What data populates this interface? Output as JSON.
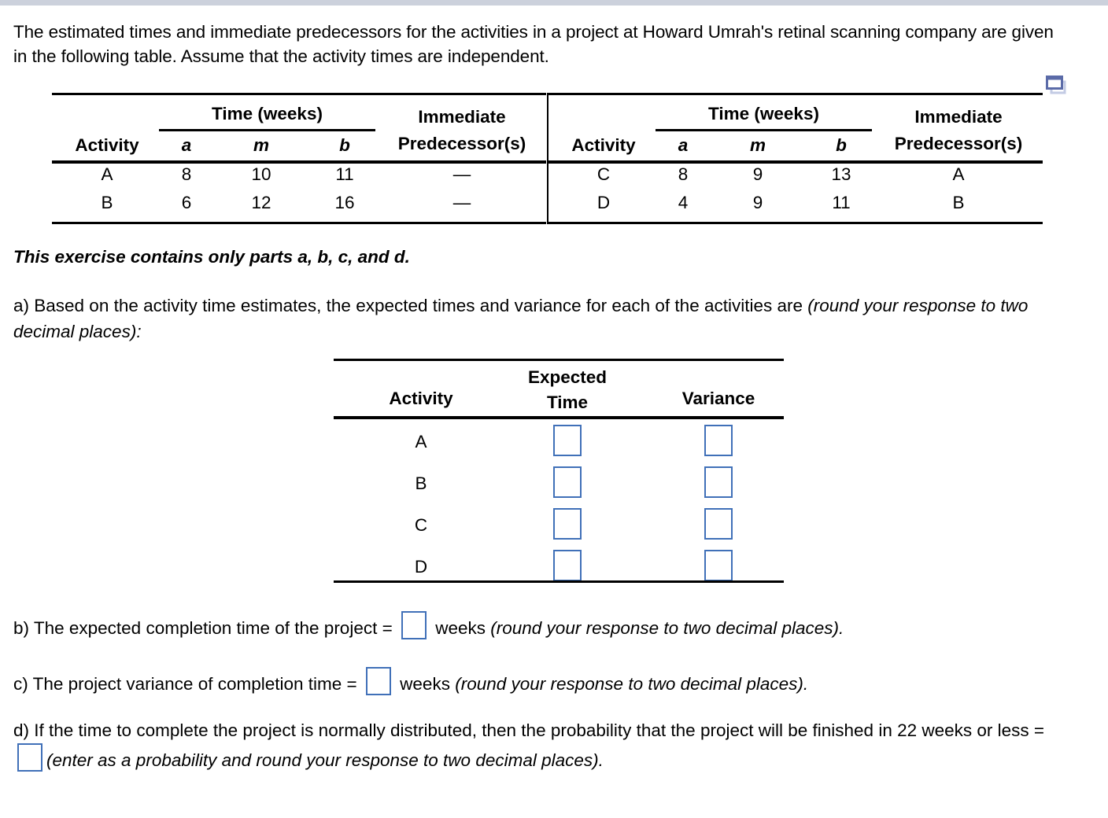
{
  "document": {
    "intro": "The estimated times and immediate predecessors for the activities in a project at Howard Umrah's retinal scanning company are given in the following table. Assume that the activity times are independent.",
    "exercise_note": "This exercise contains only parts a, b, c, and d.",
    "popout_icon_name": "popout-window-icon"
  },
  "main_table": {
    "group_header_time": "Time (weeks)",
    "group_header_immediate": "Immediate Predecessor(s)",
    "columns": [
      "Activity",
      "a",
      "m",
      "b",
      "Immediate Predecessor(s)"
    ],
    "left": {
      "headers": {
        "activity": "Activity",
        "a": "a",
        "m": "m",
        "b": "b",
        "time": "Time (weeks)",
        "immediate": "Immediate",
        "predecessors": "Predecessor(s)"
      },
      "rows": [
        {
          "activity": "A",
          "a": "8",
          "m": "10",
          "b": "11",
          "predecessors": "—"
        },
        {
          "activity": "B",
          "a": "6",
          "m": "12",
          "b": "16",
          "predecessors": "—"
        }
      ]
    },
    "right": {
      "headers": {
        "activity": "Activity",
        "a": "a",
        "m": "m",
        "b": "b",
        "time": "Time (weeks)",
        "immediate": "Immediate",
        "predecessors": "Predecessor(s)"
      },
      "rows": [
        {
          "activity": "C",
          "a": "8",
          "m": "9",
          "b": "13",
          "predecessors": "A"
        },
        {
          "activity": "D",
          "a": "4",
          "m": "9",
          "b": "11",
          "predecessors": "B"
        }
      ]
    }
  },
  "part_a": {
    "text_plain": "a) Based on the activity time estimates, the expected times and variance for each of the activities are ",
    "text_italic": "(round your response to two decimal places):",
    "table": {
      "headers": {
        "activity": "Activity",
        "expected": "Expected",
        "time": "Time",
        "variance": "Variance"
      },
      "rows": [
        {
          "activity": "A",
          "expected_time": "",
          "variance": ""
        },
        {
          "activity": "B",
          "expected_time": "",
          "variance": ""
        },
        {
          "activity": "C",
          "expected_time": "",
          "variance": ""
        },
        {
          "activity": "D",
          "expected_time": "",
          "variance": ""
        }
      ]
    }
  },
  "part_b": {
    "prefix": "b) The expected completion time of the project = ",
    "value": "",
    "suffix_plain": " weeks ",
    "suffix_italic": "(round your response to two decimal places)."
  },
  "part_c": {
    "prefix": "c) The project variance of completion time = ",
    "value": "",
    "suffix_plain": " weeks ",
    "suffix_italic": "(round your response to two decimal places)."
  },
  "part_d": {
    "prefix": "d) If the time to complete the project is normally distributed, then the probability that the project will be finished in 22 weeks or less = ",
    "value": "",
    "suffix_italic": "(enter as a probability and round your response to two decimal places)."
  },
  "colors": {
    "topbar": "#ccd1dc",
    "input_border": "#4070b8",
    "text": "#000000",
    "rule": "#000000",
    "icon_primary": "#5b6ba8",
    "icon_secondary": "#c3cbe4"
  }
}
